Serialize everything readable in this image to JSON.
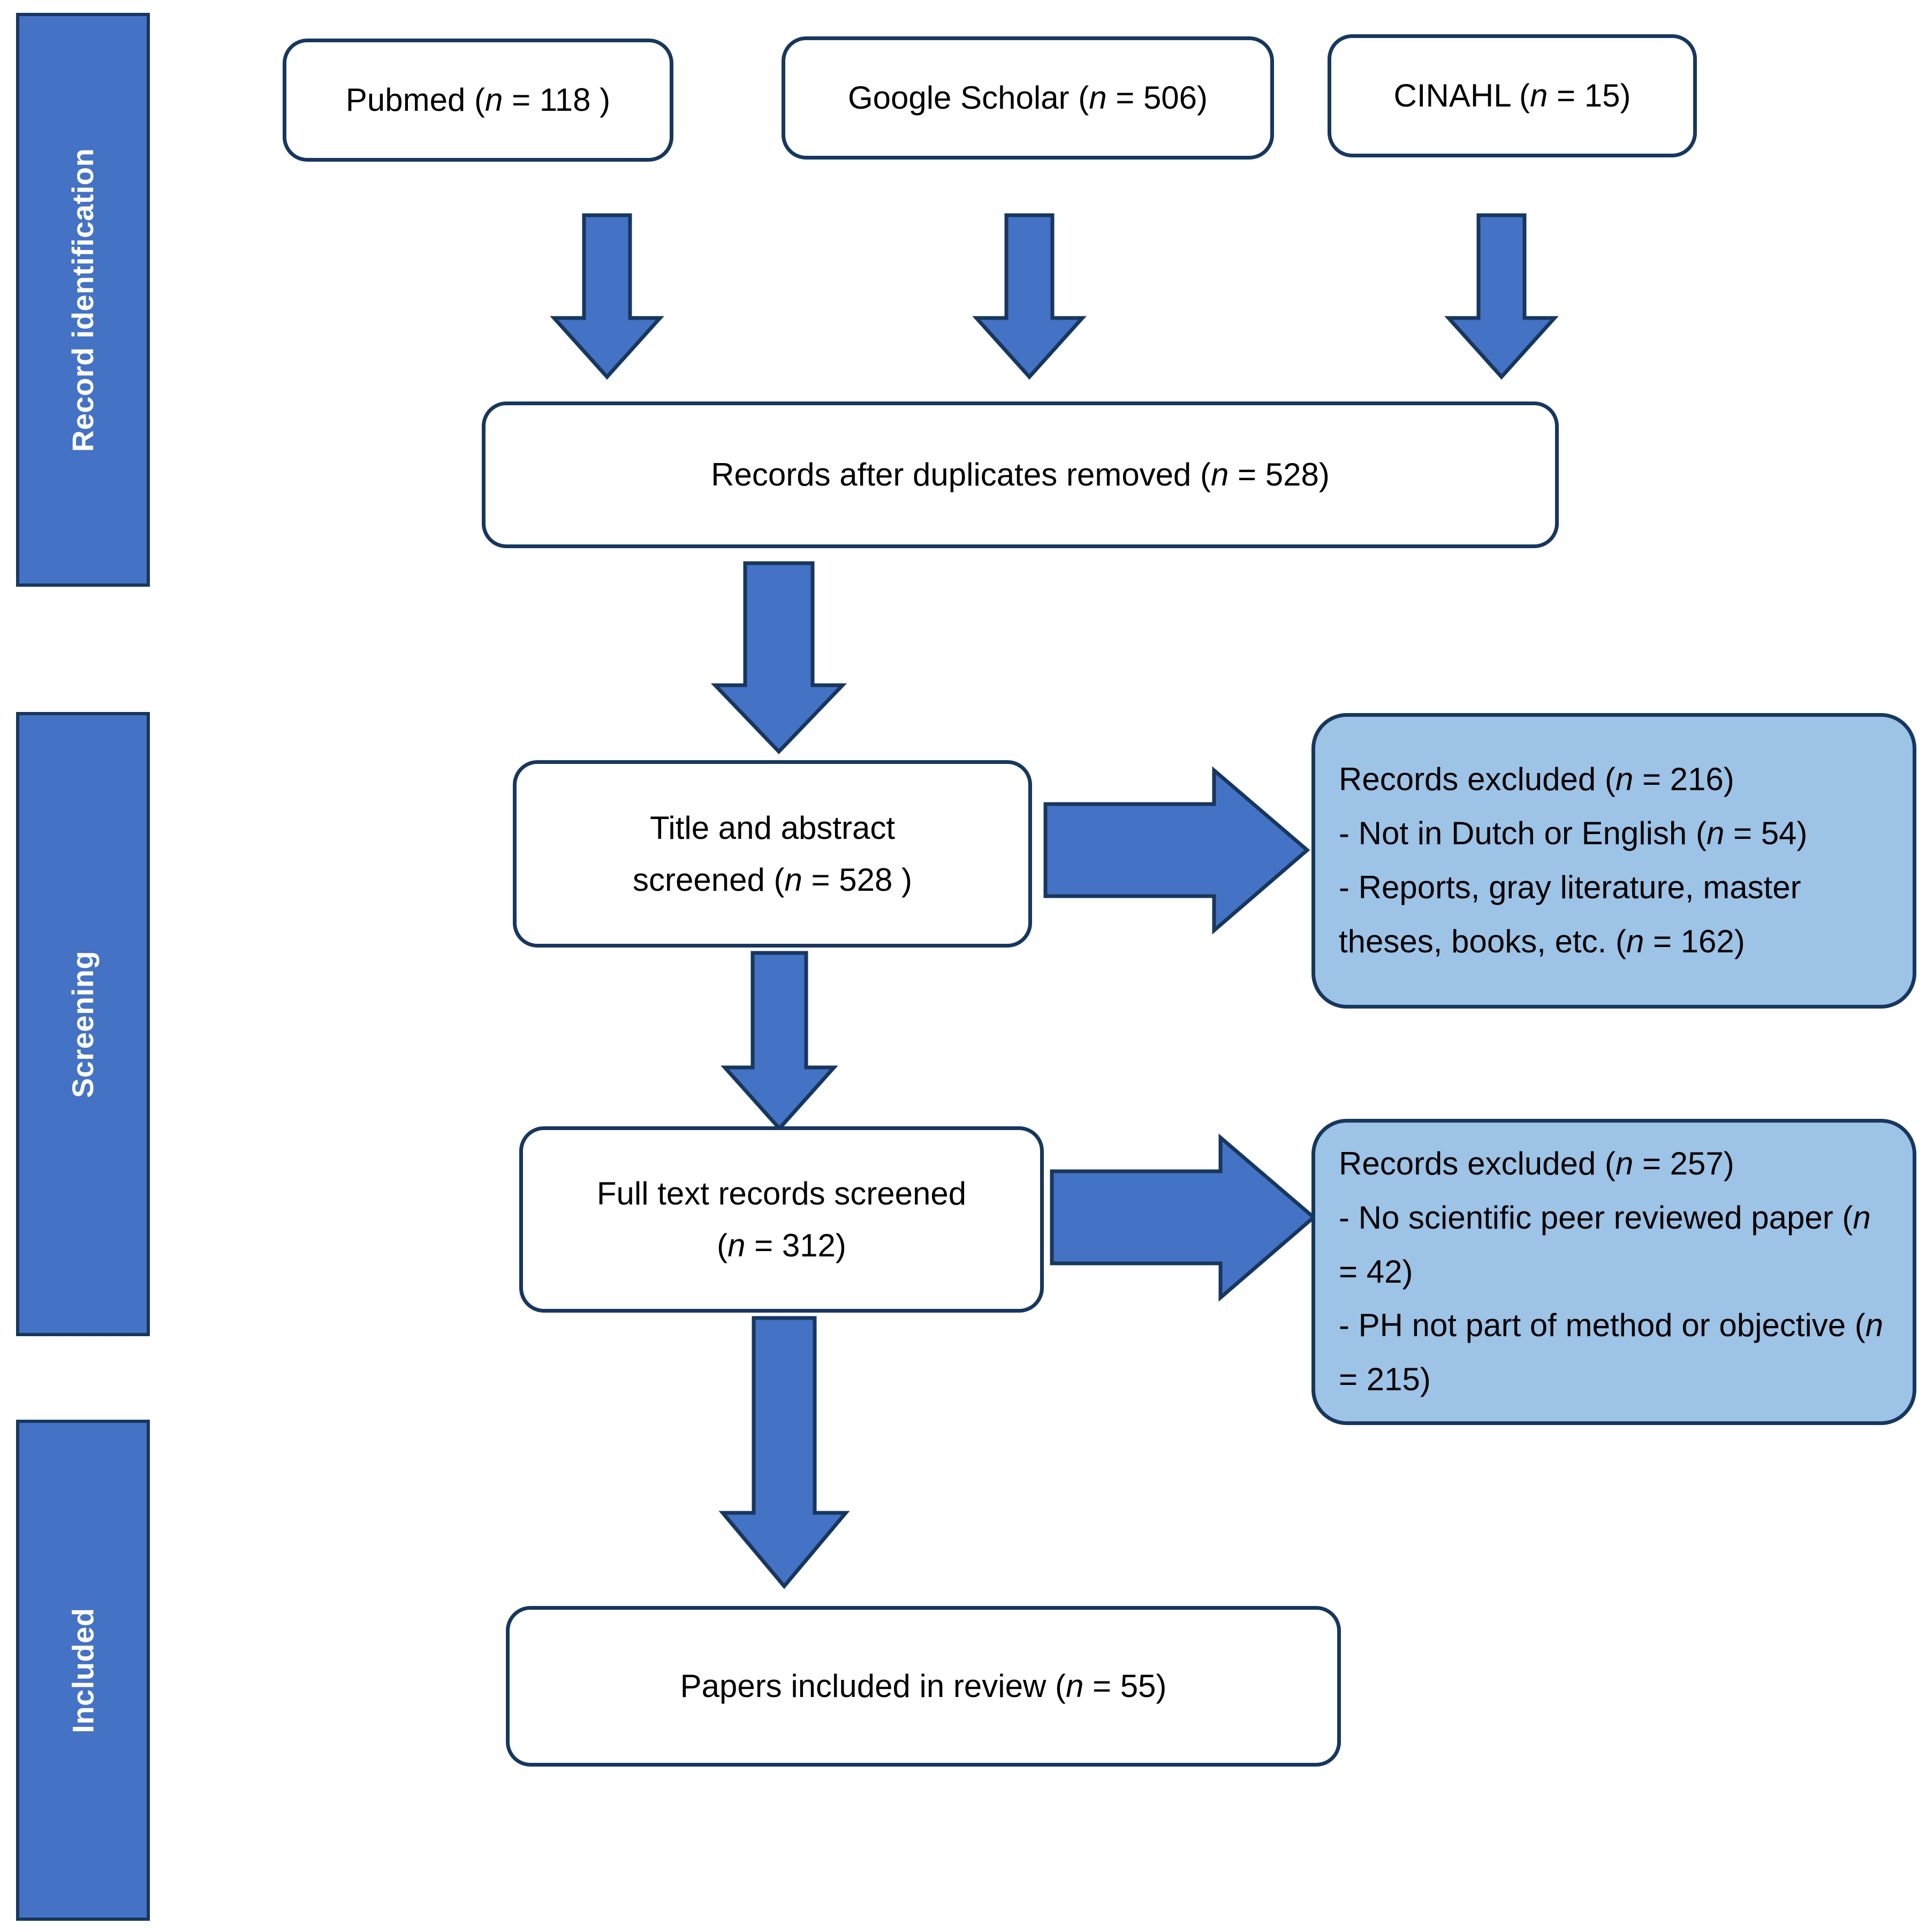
{
  "diagram": {
    "title": "PRISMA study selection flow diagram",
    "colors": {
      "stage_bar_fill": "#4472C4",
      "stage_bar_border": "#17375E",
      "node_fill": "#FFFFFF",
      "node_border": "#17375E",
      "excluded_fill": "#9DC3E6",
      "arrow_fill": "#4472C4",
      "arrow_border": "#17375E",
      "text": "#000000",
      "stage_label_text": "#FFFFFF",
      "background": "#FFFFFF"
    }
  },
  "stages": [
    {
      "id": "identification",
      "label": "Record identification"
    },
    {
      "id": "screening",
      "label": "Screening"
    },
    {
      "id": "included",
      "label": "Included"
    }
  ],
  "sources": [
    {
      "id": "pubmed",
      "name": "Pubmed",
      "n": 118,
      "text_html": "Pubmed  (<em class=\"nvar\">n</em> = 118 )"
    },
    {
      "id": "google-scholar",
      "name": "Google Scholar",
      "n": 506,
      "text_html": "Google Scholar (<em class=\"nvar\">n</em> = 506)"
    },
    {
      "id": "cinahl",
      "name": "CINAHL",
      "n": 15,
      "text_html": "CINAHL (<em class=\"nvar\">n</em> = 15)"
    }
  ],
  "nodes": {
    "duplicates_removed": {
      "label": "Records after duplicates removed",
      "n": 528,
      "text_html": "Records after duplicates removed (<em class=\"nvar\">n</em> = 528)"
    },
    "title_abstract_screened": {
      "label": "Title and abstract screened",
      "n": 528,
      "text_html": "Title and abstract<br>screened (<em class=\"nvar\">n</em> = 528 )"
    },
    "full_text_screened": {
      "label": "Full text records screened",
      "n": 312,
      "text_html": "Full text records screened<br>(<em class=\"nvar\">n</em> = 312)"
    },
    "papers_included": {
      "label": "Papers included in review",
      "n": 55,
      "text_html": "Papers included in review (<em class=\"nvar\">n</em> = 55)"
    }
  },
  "excluded": [
    {
      "id": "excluded-screening",
      "heading": "Records excluded",
      "n": 216,
      "reasons": [
        {
          "label": "Not in Dutch or English",
          "n": 54
        },
        {
          "label": "Reports, gray literature, master theses, books, etc.",
          "n": 162
        }
      ],
      "text_html": "Records excluded (<em class=\"nvar\">n</em> = 216)<br>- Not in Dutch or English (<em class=\"nvar\">n</em> = 54)<br>- Reports, gray literature, master theses, books, etc. (<em class=\"nvar\">n</em> = 162)"
    },
    {
      "id": "excluded-fulltext",
      "heading": "Records excluded",
      "n": 257,
      "reasons": [
        {
          "label": "No scientific peer reviewed paper",
          "n": 42
        },
        {
          "label": "PH not part of method or objective",
          "n": 215
        }
      ],
      "text_html": "Records excluded (<em class=\"nvar\">n</em> = 257)<br>- No scientific peer reviewed paper (<em class=\"nvar\">n</em> = 42)<br>- PH not part of method or objective (<em class=\"nvar\">n</em> = 215)"
    }
  ],
  "arrows": [
    {
      "id": "pubmed-to-duplicates",
      "direction": "down",
      "from": "pubmed",
      "to": "duplicates_removed"
    },
    {
      "id": "scholar-to-duplicates",
      "direction": "down",
      "from": "google-scholar",
      "to": "duplicates_removed"
    },
    {
      "id": "cinahl-to-duplicates",
      "direction": "down",
      "from": "cinahl",
      "to": "duplicates_removed"
    },
    {
      "id": "duplicates-to-title",
      "direction": "down",
      "from": "duplicates_removed",
      "to": "title_abstract_screened"
    },
    {
      "id": "title-to-excluded",
      "direction": "right",
      "from": "title_abstract_screened",
      "to": "excluded-screening"
    },
    {
      "id": "title-to-fulltext",
      "direction": "down",
      "from": "title_abstract_screened",
      "to": "full_text_screened"
    },
    {
      "id": "fulltext-to-excluded",
      "direction": "right",
      "from": "full_text_screened",
      "to": "excluded-fulltext"
    },
    {
      "id": "fulltext-to-included",
      "direction": "down",
      "from": "full_text_screened",
      "to": "papers_included"
    }
  ]
}
